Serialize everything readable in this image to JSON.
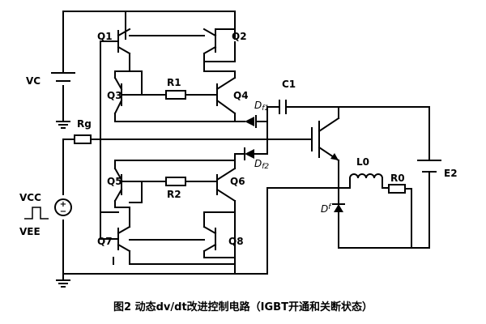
{
  "components": {
    "q1": "Q1",
    "q2": "Q2",
    "q3": "Q3",
    "q4": "Q4",
    "q5": "Q5",
    "q6": "Q6",
    "q7": "Q7",
    "q8": "Q8",
    "r1": "R1",
    "r2": "R2",
    "rg": "Rg",
    "r0": "R0",
    "c1": "C1",
    "l0": "L0",
    "e2": "E2",
    "vc": "VC",
    "vcc": "VCC",
    "vee": "VEE",
    "df1_main": "D",
    "df1_sub": "f1",
    "df2_main": "D",
    "df2_sub": "f2",
    "df_main": "D",
    "df_sub": "f"
  },
  "caption": "图2  动态dv/dt改进控制电路（IGBT开通和关断状态）"
}
